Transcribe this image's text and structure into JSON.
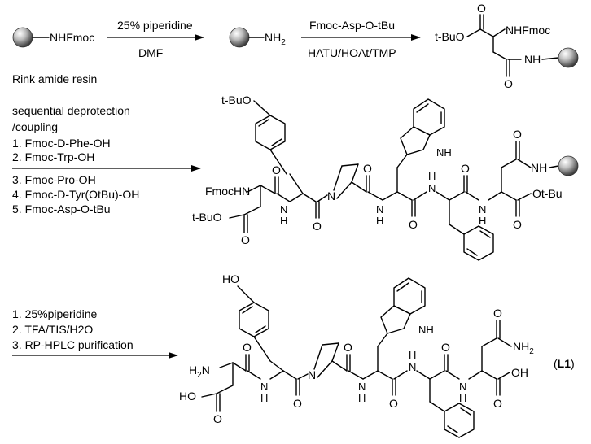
{
  "step1": {
    "resin_group": "NHFmoc",
    "resin_caption": "Rink amide resin",
    "reagent_top": "25% piperidine",
    "reagent_bottom": "DMF",
    "product_group": "NH",
    "product_sub": "2"
  },
  "step2": {
    "reagent_top": "Fmoc-Asp-O-tBu",
    "reagent_bottom": "HATU/HOAt/TMP",
    "product_labels": [
      "t-BuO",
      "O",
      "NHFmoc",
      "NH",
      "O"
    ]
  },
  "step3": {
    "conditions": [
      "sequential deprotection",
      "/coupling",
      "1. Fmoc-D-Phe-OH",
      "2. Fmoc-Trp-OH",
      "3. Fmoc-Pro-OH",
      "4. Fmoc-D-Tyr(OtBu)-OH",
      "5. Fmoc-Asp-O-tBu"
    ],
    "product_labels": {
      "tbuo_top": "t-BuO",
      "fmochn": "FmocHN",
      "tbuo_bottom": "t-BuO",
      "n_pro": "N",
      "nh_trp": "NH",
      "nh_resin": "NH",
      "ot_bu": "Ot-Bu",
      "h": "H",
      "n": "N"
    }
  },
  "step4": {
    "conditions": [
      "1. 25%piperidine",
      "2. TFA/TIS/H2O",
      "3. RP-HPLC purification"
    ],
    "product_labels": {
      "ho_top": "HO",
      "h2n": "H2N",
      "hooc": "HO",
      "n_pro": "N",
      "nh_trp": "NH",
      "nh2": "NH2",
      "oh": "OH",
      "h": "H",
      "n": "N"
    },
    "compound_label": "L1"
  }
}
